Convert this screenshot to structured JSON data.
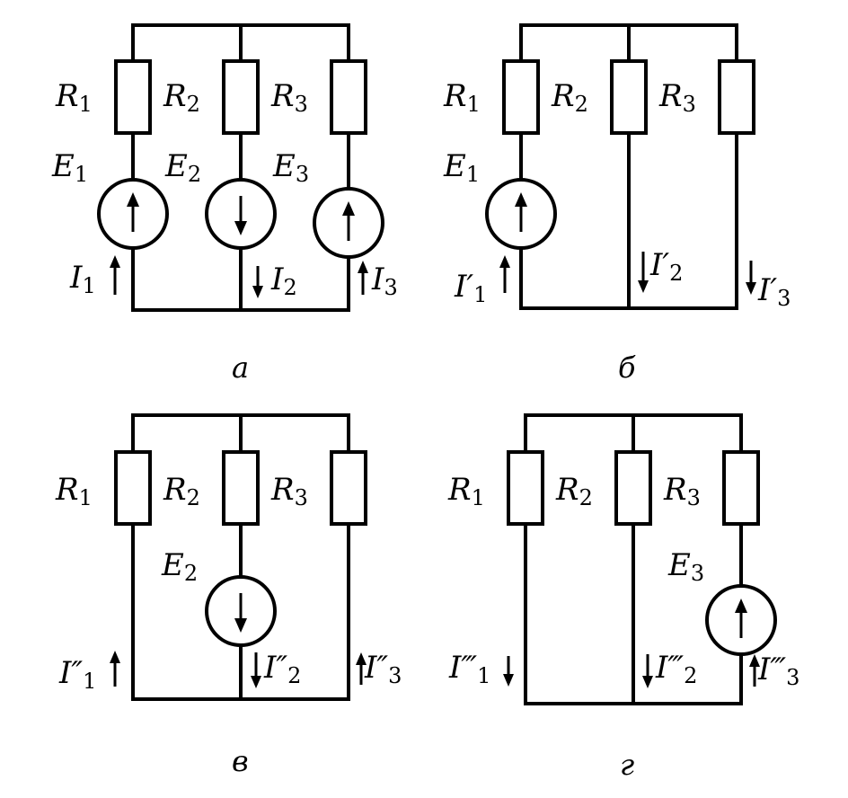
{
  "panels": {
    "a": {
      "caption": "а",
      "r1": "R",
      "r1_sub": "1",
      "r2": "R",
      "r2_sub": "2",
      "r3": "R",
      "r3_sub": "3",
      "e1": "E",
      "e1_sub": "1",
      "e2": "E",
      "e2_sub": "2",
      "e3": "E",
      "e3_sub": "3",
      "i1": "I",
      "i1_sub": "1",
      "i2": "I",
      "i2_sub": "2",
      "i3": "I",
      "i3_sub": "3"
    },
    "b": {
      "caption": "б",
      "r1": "R",
      "r1_sub": "1",
      "r2": "R",
      "r2_sub": "2",
      "r3": "R",
      "r3_sub": "3",
      "e1": "E",
      "e1_sub": "1",
      "i1": "I′",
      "i1_sub": "1",
      "i2": "I′",
      "i2_sub": "2",
      "i3": "I′",
      "i3_sub": "3"
    },
    "c": {
      "caption": "в",
      "r1": "R",
      "r1_sub": "1",
      "r2": "R",
      "r2_sub": "2",
      "r3": "R",
      "r3_sub": "3",
      "e2": "E",
      "e2_sub": "2",
      "i1": "I″",
      "i1_sub": "1",
      "i2": "I″",
      "i2_sub": "2",
      "i3": "I″",
      "i3_sub": "3"
    },
    "d": {
      "caption": "г",
      "r1": "R",
      "r1_sub": "1",
      "r2": "R",
      "r2_sub": "2",
      "r3": "R",
      "r3_sub": "3",
      "e3": "E",
      "e3_sub": "3",
      "i1": "I‴",
      "i1_sub": "1",
      "i2": "I‴",
      "i2_sub": "2",
      "i3": "I‴",
      "i3_sub": "3"
    }
  }
}
